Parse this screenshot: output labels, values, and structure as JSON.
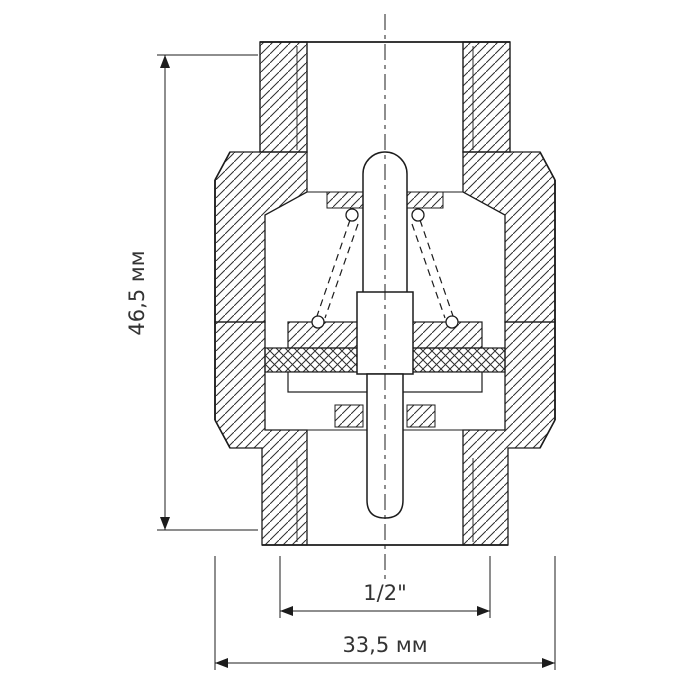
{
  "labels": {
    "height_dim": "46,5 мм",
    "thread_dim": "1/2\"",
    "width_dim": "33,5 мм"
  },
  "colors": {
    "line": "#1c1c1c",
    "hatch": "#2e2e2e",
    "background": "#ffffff",
    "text": "#333333"
  }
}
